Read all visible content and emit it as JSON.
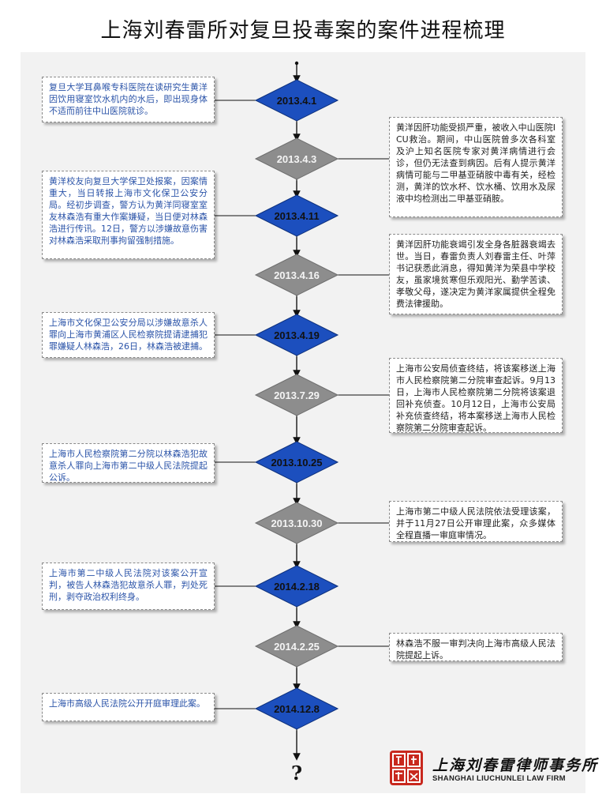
{
  "title": "上海刘春雷所对复旦投毒案的案件进程梳理",
  "colors": {
    "blue": "#1c4fbe",
    "gray": "#8d8d8d",
    "left_text": "#2a53a8",
    "right_text": "#222222"
  },
  "milestones": [
    {
      "date": "2013.4.1",
      "color": "blue"
    },
    {
      "date": "2013.4.3",
      "color": "gray"
    },
    {
      "date": "2013.4.11",
      "color": "blue"
    },
    {
      "date": "2013.4.16",
      "color": "gray"
    },
    {
      "date": "2013.4.19",
      "color": "blue"
    },
    {
      "date": "2013.7.29",
      "color": "gray"
    },
    {
      "date": "2013.10.25",
      "color": "blue"
    },
    {
      "date": "2013.10.30",
      "color": "gray"
    },
    {
      "date": "2014.2.18",
      "color": "blue"
    },
    {
      "date": "2014.2.25",
      "color": "gray"
    },
    {
      "date": "2014.12.8",
      "color": "blue"
    }
  ],
  "events": [
    "复旦大学耳鼻喉专科医院在读研究生黄洋因饮用寝室饮水机内的水后，即出现身体不适而前往中山医院就诊。",
    "黄洋因肝功能受损严重，被收入中山医院ICU救治。期间，中山医院曾多次各科室及沪上知名医院专家对黄洋病情进行会诊，但仍无法查到病因。后有人提示黄洋病情可能与二甲基亚硝胺中毒有关，经检测，黄洋的饮水杯、饮水桶、饮用水及尿液中均检测出二甲基亚硝胺。",
    "黄洋校友向复旦大学保卫处报案，因案情重大，当日转报上海市文化保卫公安分局。经初步调查，警方认为黄洋同寝室室友林森浩有重大作案嫌疑，当日便对林森浩进行传讯。12日，警方以涉嫌故意伤害对林森浩采取刑事拘留强制措施。",
    "黄洋因肝功能衰竭引发全身各脏器衰竭去世。当日，春雷负责人刘春雷主任、叶萍书记获悉此消息，得知黄洋为荣县中学校友，虽家境贫寒但乐观阳光、勤学苦读、孝敬父母，遂决定为黄洋家属提供全程免费法律援助。",
    "上海市文化保卫公安分局以涉嫌故意杀人罪向上海市黄浦区人民检察院提请逮捕犯罪嫌疑人林森浩，26日，林森浩被逮捕。",
    "上海市公安局侦查终结，将该案移送上海市人民检察院第二分院审查起诉。9月13日，上海市人民检察院第二分院将该案退回补充侦查。10月12日，上海市公安局补充侦查终结，将本案移送上海市人民检察院第二分院审查起诉。",
    "上海市人民检察院第二分院以林森浩犯故意杀人罪向上海市第二中级人民法院提起公诉。",
    "上海市第二中级人民法院依法受理该案，并于11月27日公开审理此案，众多媒体全程直播一审庭审情况。",
    "上海市第二中级人民法院对该案公开宣判，被告人林森浩犯故意杀人罪，判处死刑，剥夺政治权利终身。",
    "林森浩不服一审判决向上海市高级人民法院提起上诉。",
    "上海市高级人民法院公开开庭审理此案。"
  ],
  "end_mark": "?",
  "logo": {
    "cn": "上海刘春雷律师事务所",
    "en": "SHANGHAI LIUCHUNLEI LAW FIRM"
  }
}
